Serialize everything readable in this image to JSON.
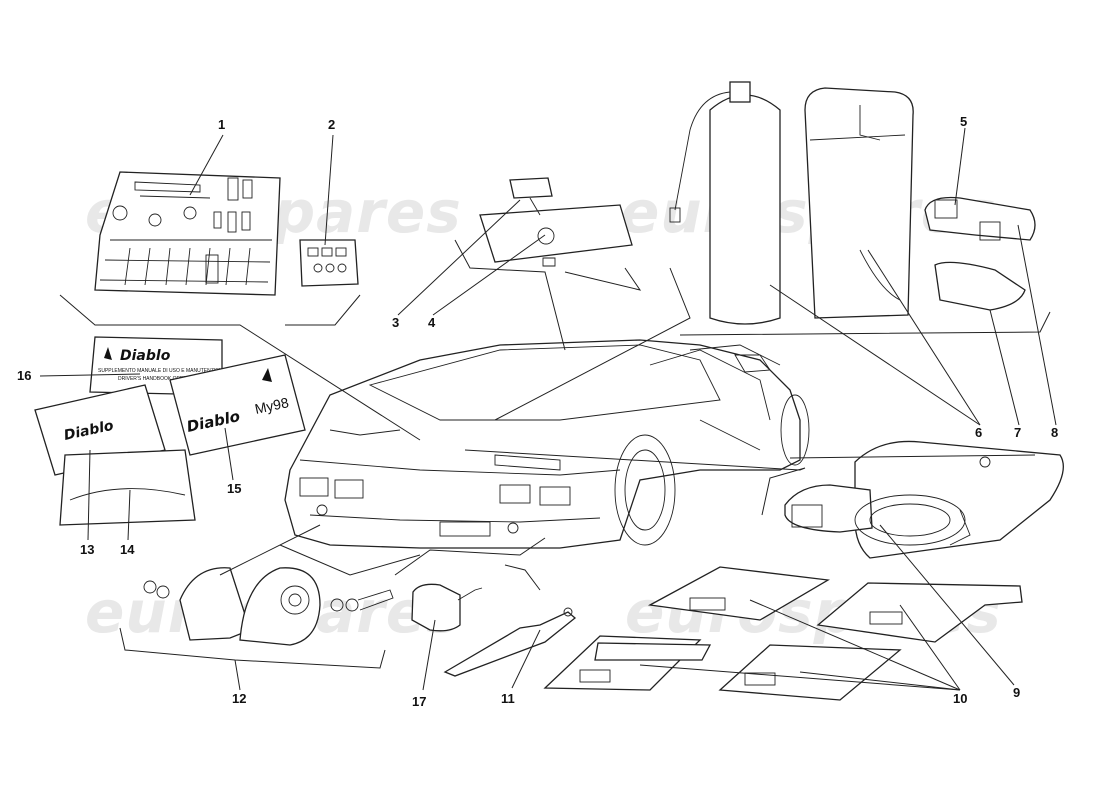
{
  "watermark": {
    "text": "eurospares"
  },
  "callouts": [
    {
      "id": "1",
      "label": "1"
    },
    {
      "id": "2",
      "label": "2"
    },
    {
      "id": "3",
      "label": "3"
    },
    {
      "id": "4",
      "label": "4"
    },
    {
      "id": "5",
      "label": "5"
    },
    {
      "id": "6",
      "label": "6"
    },
    {
      "id": "7",
      "label": "7"
    },
    {
      "id": "8",
      "label": "8"
    },
    {
      "id": "9",
      "label": "9"
    },
    {
      "id": "10",
      "label": "10"
    },
    {
      "id": "11",
      "label": "11"
    },
    {
      "id": "12",
      "label": "12"
    },
    {
      "id": "13",
      "label": "13"
    },
    {
      "id": "14",
      "label": "14"
    },
    {
      "id": "15",
      "label": "15"
    },
    {
      "id": "16",
      "label": "16"
    },
    {
      "id": "17",
      "label": "17"
    }
  ],
  "books": {
    "handbook_title": "Diablo",
    "handbook_subtitle_1": "SUPPLEMENTO MANUALE DI USO E MANUTENZIONE",
    "handbook_subtitle_2": "DRIVER'S HANDBOOK OPERATING",
    "red_book_title": "Diablo",
    "my98_title": "Diablo",
    "my98_model": "My98"
  }
}
